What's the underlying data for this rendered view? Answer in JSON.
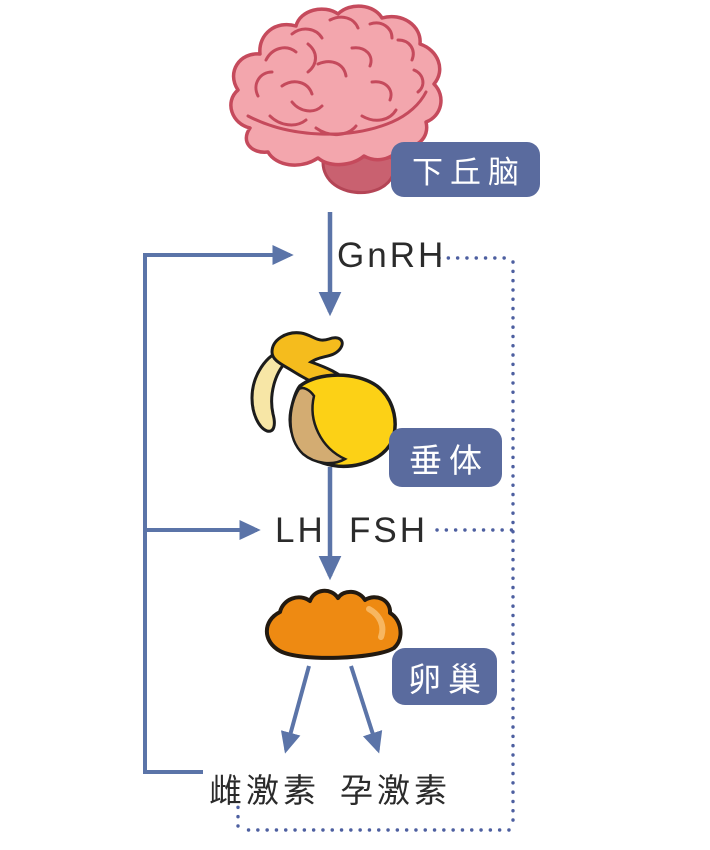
{
  "figure": {
    "type": "endocrine-feedback-loop-diagram",
    "organs": [
      {
        "id": "hypothalamus",
        "label": "下丘脑"
      },
      {
        "id": "pituitary",
        "label": "垂体"
      },
      {
        "id": "ovary",
        "label": "卵巢"
      }
    ],
    "hormones": [
      {
        "id": "gnrh",
        "label": "GnRH"
      },
      {
        "id": "lh",
        "label": "LH"
      },
      {
        "id": "fsh",
        "label": "FSH"
      },
      {
        "id": "estrogen",
        "label": "雌激素"
      },
      {
        "id": "progesterone",
        "label": "孕激素"
      }
    ],
    "relations": [
      "hypothalamus secretes GnRH to pituitary (solid down arrow)",
      "pituitary secretes LH and FSH to ovary (solid down arrow)",
      "ovary secretes estrogen and progesterone (two diverging solid arrows)",
      "estrogen solid feedback line (left) with arrows into GnRH level and LH/FSH level",
      "dotted feedback line (right) from estrogen along bottom and up to LH/FSH and GnRH levels"
    ],
    "colors": {
      "label_box": "#5a6b9e",
      "label_text": "#ffffff",
      "arrow_solid": "#5b74a8",
      "dotted_line": "#4d5fa0",
      "hormone_text": "#2b2b2b",
      "brain_fill": "#f3a6ad",
      "brain_outline": "#c54a5c",
      "brainstem_fill": "#c96170",
      "pituitary_yellow": "#fcd116",
      "pituitary_dark_yellow": "#f5bc1d",
      "pituitary_cream": "#f7e6a6",
      "pituitary_tan": "#d3ac72",
      "ovary_fill": "#ee8a12",
      "organ_outline": "#1c1c1c"
    }
  }
}
